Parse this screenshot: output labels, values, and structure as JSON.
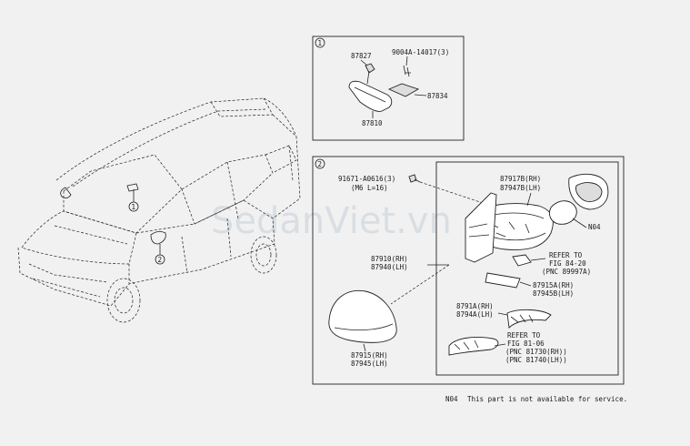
{
  "watermark": "SedanViet.vn",
  "callouts": {
    "one": "1",
    "two": "2"
  },
  "group1": {
    "p87827": "87827",
    "p9004a": "9004A-14017(3)",
    "p87834": "87834",
    "p87810": "87810"
  },
  "group2": {
    "p91671": "91671-A0616(3)",
    "p91671_spec": "(M6 L=16)",
    "p87917b": "87917B(RH)",
    "p87947b": "87947B(LH)",
    "n04_tag": "N04",
    "p87910": "87910(RH)",
    "p87940": "87940(LH)",
    "refer1_a": "REFER TO",
    "refer1_b": "FIG 84-20",
    "refer1_c": "(PNC 89997A)",
    "p87915a": "87915A(RH)",
    "p87945b": "87945B(LH)",
    "p8791a": "8791A(RH)",
    "p8794a": "8794A(LH)",
    "refer2_a": "REFER TO",
    "refer2_b": "FIG 81-06",
    "refer2_c": "(PNC 81730(RH))",
    "refer2_d": "(PNC 81740(LH))",
    "p87915": "87915(RH)",
    "p87945": "87945(LH)"
  },
  "footnote": {
    "code": "N04",
    "text": "This part is not available for service."
  }
}
